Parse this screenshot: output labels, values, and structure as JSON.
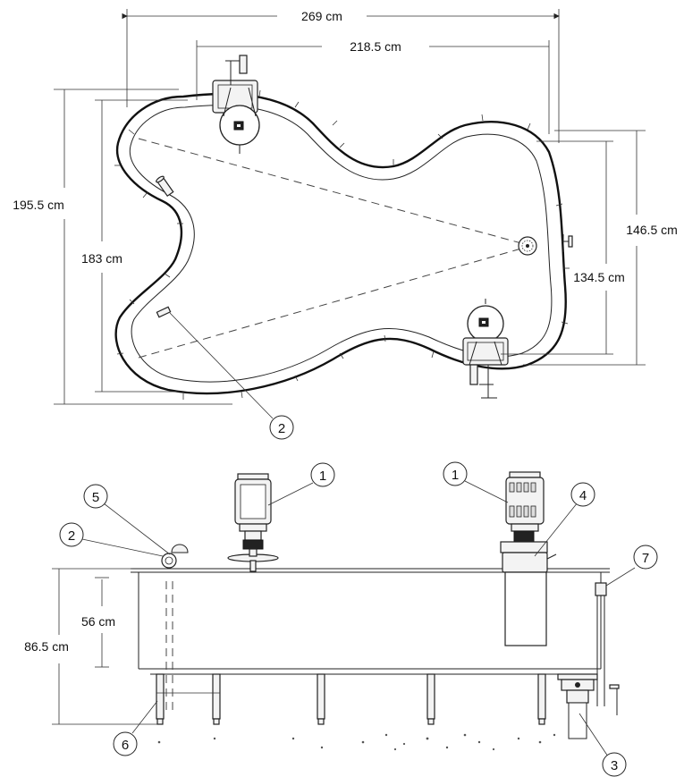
{
  "dimensions": {
    "overall_length": "269 cm",
    "inner_length": "218.5 cm",
    "overall_width": "195.5 cm",
    "inner_width": "183 cm",
    "right_overall_width": "146.5 cm",
    "right_inner_width": "134.5 cm",
    "water_depth": "56 cm",
    "total_height": "86.5 cm"
  },
  "callouts": {
    "c1": "1",
    "c2": "2",
    "c3": "3",
    "c4": "4",
    "c5": "5",
    "c6": "6",
    "c7": "7"
  }
}
